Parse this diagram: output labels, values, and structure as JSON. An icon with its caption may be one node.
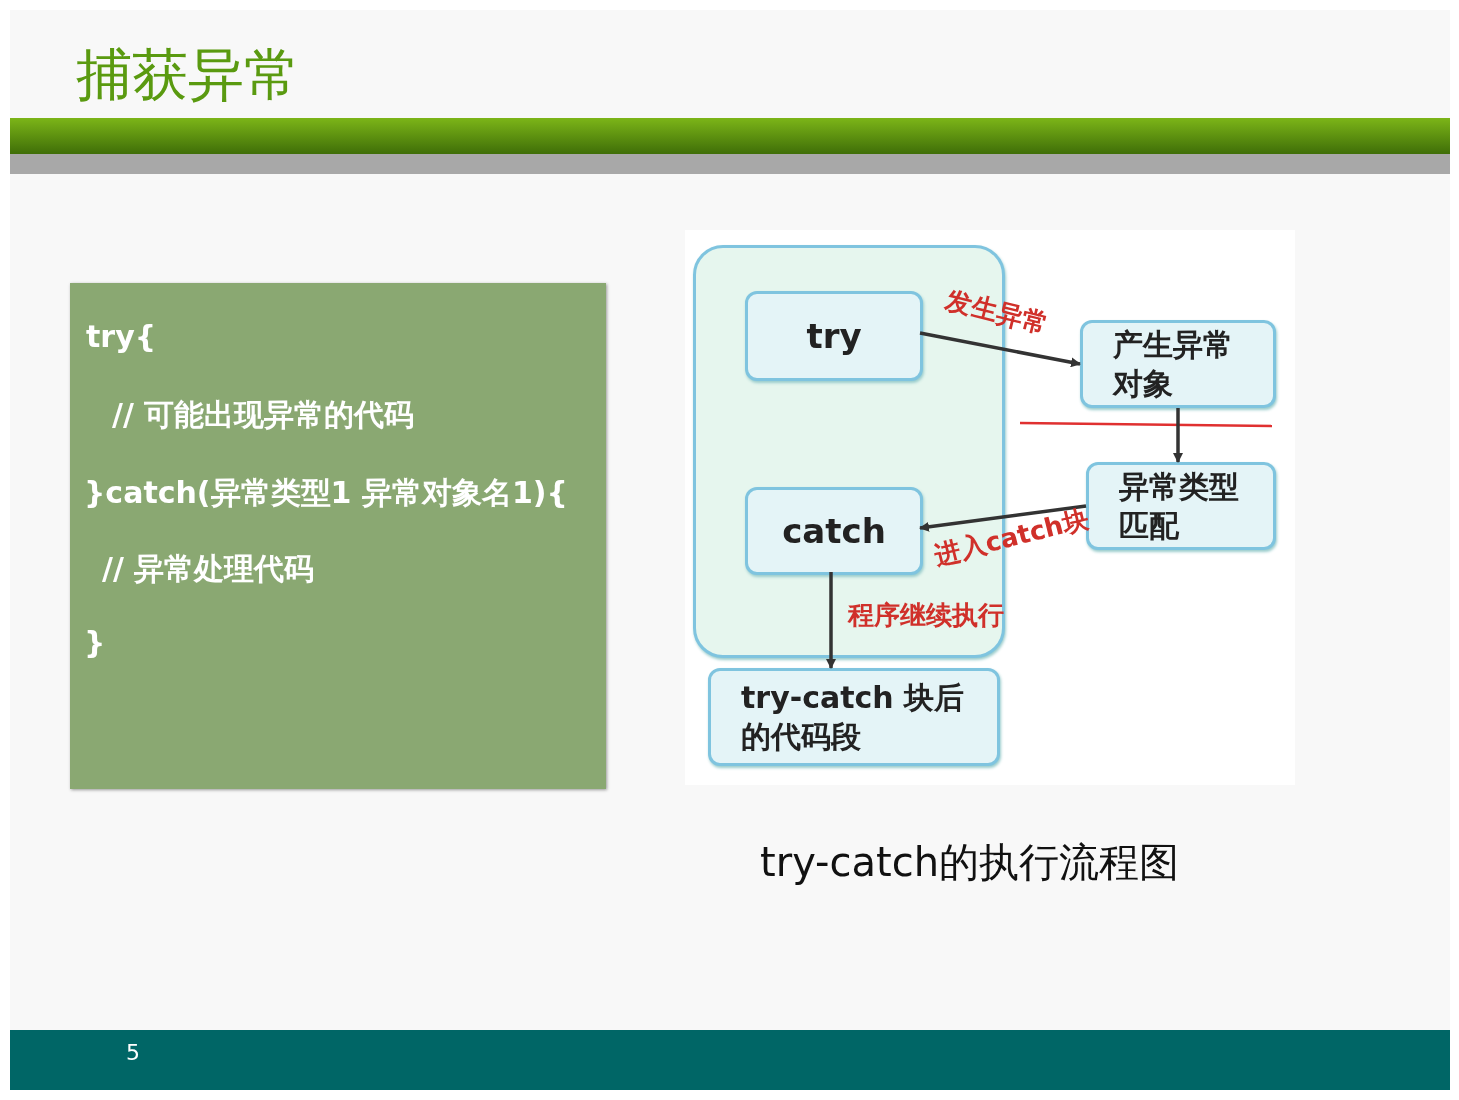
{
  "diagram": {
    "title": "捕获异常",
    "caption": "try-catch的执行流程图",
    "nodes": [
      {
        "text": [],
        "shape": "box"
      },
      {
        "text": [
          "try"
        ],
        "in": 0
      },
      {
        "text": [
          "产生异常对象"
        ]
      },
      {
        "text": [
          "catch"
        ],
        "in": 0
      },
      {
        "text": [
          "异常类型匹配"
        ]
      },
      {
        "text": [
          "try-catch 块后的代码段"
        ]
      }
    ],
    "edges": [
      {
        "from": 1,
        "to": 2,
        "arrow": "to",
        "label": "发生异常"
      },
      {
        "from": 2,
        "to": 4,
        "arrow": "to"
      },
      {
        "from": 4,
        "to": 3,
        "arrow": "to",
        "label": "进入catch块"
      },
      {
        "from": 3,
        "to": 5,
        "arrow": "to",
        "label": "程序继续执行"
      }
    ],
    "labels": [
      "try{",
      "// 可能出现异常的代码",
      "}catch(异常类型1 异常对象名1){",
      "// 异常处理代码",
      "}",
      "5"
    ]
  }
}
